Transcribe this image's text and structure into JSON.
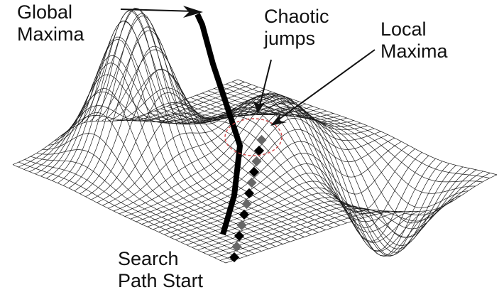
{
  "labels": {
    "global_maxima": [
      "Global",
      "Maxima"
    ],
    "chaotic_jumps": [
      "Chaotic",
      "jumps"
    ],
    "local_maxima": [
      "Local",
      "Maxima"
    ],
    "search_path_start": [
      "Search",
      "Path Start"
    ]
  },
  "colors": {
    "mesh": "#1a1a1a",
    "path": "#000000",
    "highlight_circle": "#d04545",
    "background": "#ffffff"
  }
}
